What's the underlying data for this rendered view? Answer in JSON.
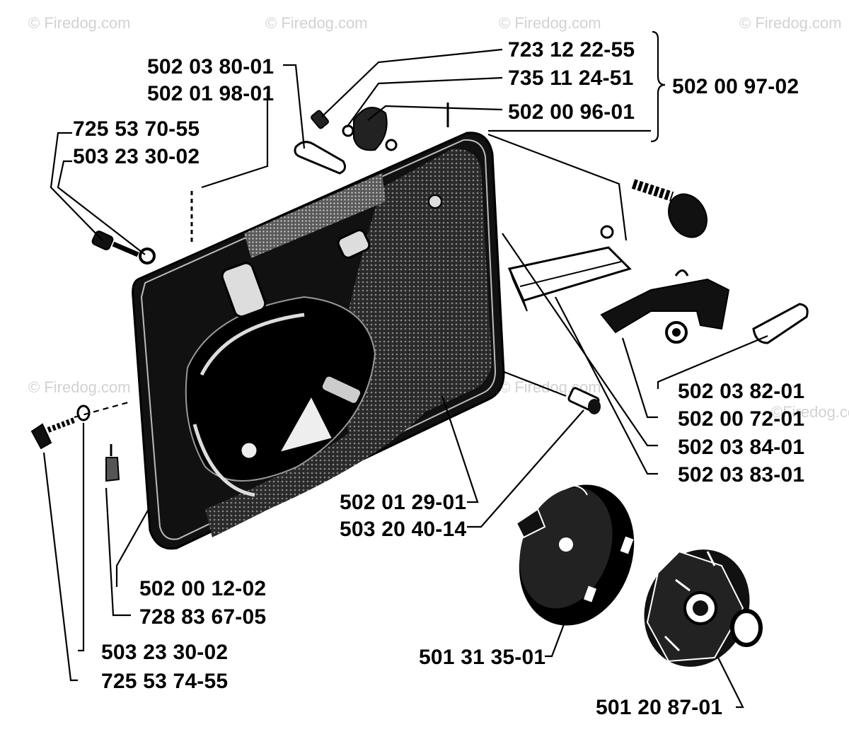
{
  "watermark": "© Firedog.com",
  "watermark_tail": "©Firedog.co",
  "part_numbers": {
    "p_723_12_22_55": "723 12 22-55",
    "p_735_11_24_51": "735 11 24-51",
    "p_502_00_96_01": "502 00 96-01",
    "p_502_00_97_02": "502 00 97-02",
    "p_502_03_80_01": "502 03 80-01",
    "p_502_01_98_01": "502 01 98-01",
    "p_725_53_70_55": "725 53 70-55",
    "p_503_23_30_02_top": "503 23 30-02",
    "p_502_03_82_01": "502 03 82-01",
    "p_502_00_72_01": "502 00 72-01",
    "p_502_03_84_01": "502 03 84-01",
    "p_502_03_83_01": "502 03 83-01",
    "p_502_01_29_01": "502 01 29-01",
    "p_503_20_40_14": "503 20 40-14",
    "p_502_00_12_02": "502 00 12-02",
    "p_728_83_67_05": "728 83 67-05",
    "p_503_23_30_02_bottom": "503 23 30-02",
    "p_725_53_74_55": "725 53 74-55",
    "p_501_31_35_01": "501 31 35-01",
    "p_501_20_87_01": "501 20 87-01"
  }
}
